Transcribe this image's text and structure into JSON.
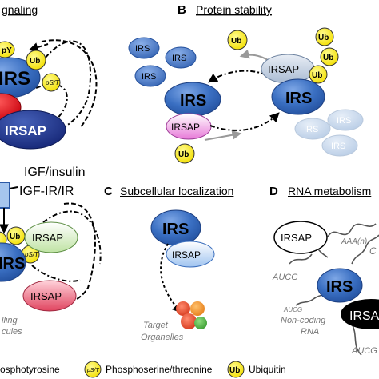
{
  "panels": {
    "a": {
      "title": "gnaling"
    },
    "b": {
      "letter": "B",
      "title": "Protein stability"
    },
    "c": {
      "letter": "C",
      "title": "Subcellular localization"
    },
    "d": {
      "letter": "D",
      "title": "RNA metabolism"
    }
  },
  "labels": {
    "irs": "IRS",
    "irsap": "IRSAP",
    "ub": "Ub",
    "pst": "pS/T",
    "py": "pY",
    "igf_insulin": "IGF/insulin",
    "igf_ir": "IGF-IR/IR",
    "signalling_1": "lling",
    "signalling_2": "cules",
    "target_organelles_1": "Target",
    "target_organelles_2": "Organelles",
    "aaa": "AAA(n)",
    "aucg": "AUCG",
    "non_coding_1": "Non-coding",
    "non_coding_2": "RNA",
    "rna_c": "C"
  },
  "legend": {
    "phosphotyrosine": "osphotyrosine",
    "phosphoserine": "Phosphoserine/threonine",
    "ubiquitin": "Ubiquitin"
  },
  "colors": {
    "irs_blue": "#2f64b8",
    "ub_yellow": "#ffef00",
    "irsap_red": "#e10010",
    "irsap_navy": "#1c2f8a",
    "irsap_pink": "#f4a9e8",
    "irsap_green": "#cfe8b8",
    "irsap_rose": "#e85a72",
    "faded_blue": "#c5d6ea",
    "organelle_red": "#e94b2f",
    "organelle_orange": "#f39a36",
    "organelle_green": "#56b94a"
  }
}
